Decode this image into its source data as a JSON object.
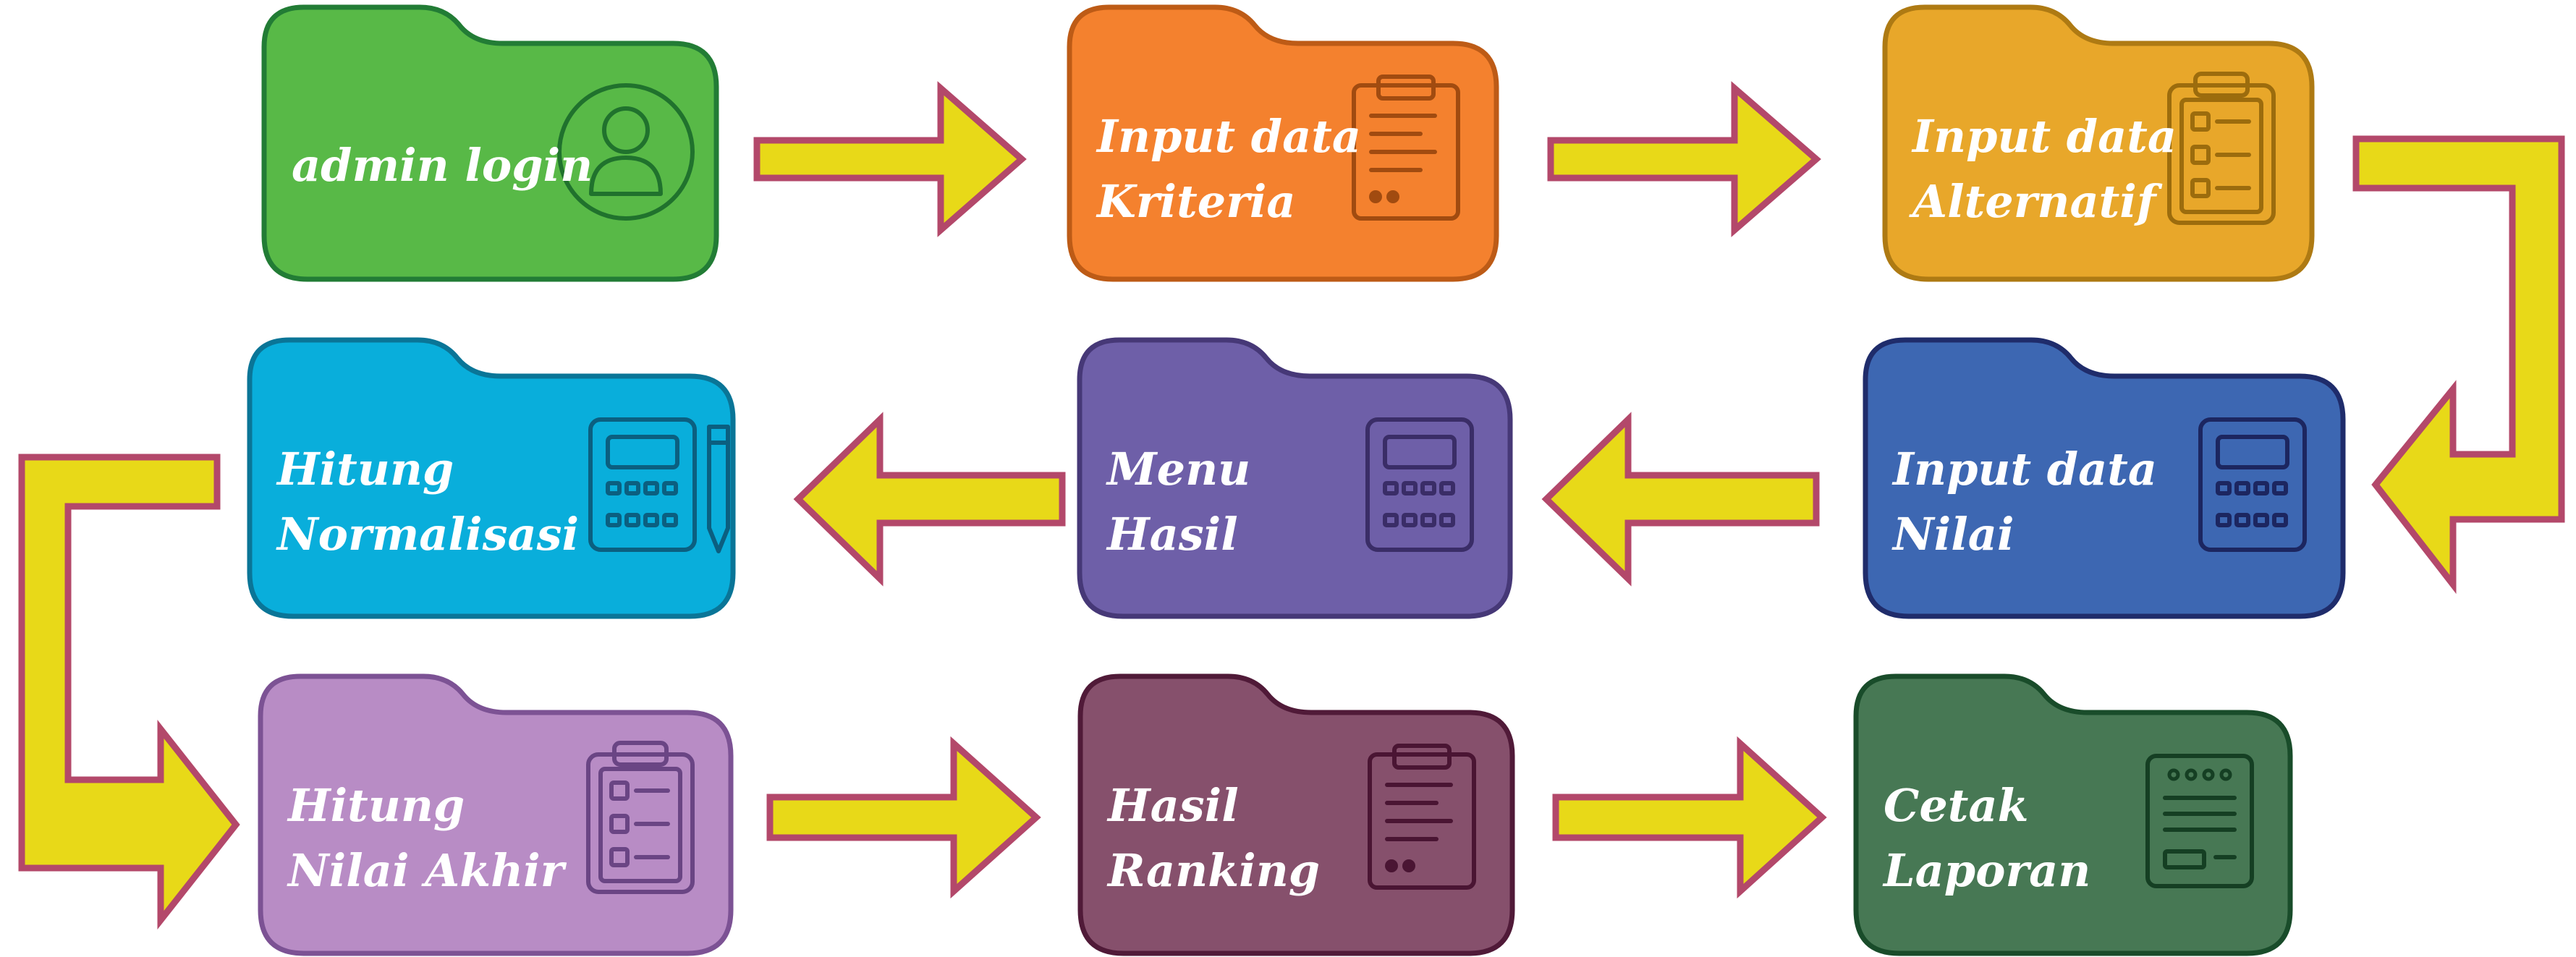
{
  "colors": {
    "arrow_fill": "#e8d918",
    "arrow_outline": "#b3486a"
  },
  "steps": [
    {
      "line1": "admin login",
      "line2": "",
      "icon": "user-icon",
      "fill": "#58b947",
      "stroke": "#227c35",
      "icon_color": "#20722d"
    },
    {
      "line1": "Input data",
      "line2": "Kriteria",
      "icon": "clipboard-document-icon",
      "fill": "#f4812e",
      "stroke": "#bd5b16",
      "icon_color": "#a14b10"
    },
    {
      "line1": "Input data",
      "line2": "Alternatif",
      "icon": "clipboard-checklist-icon",
      "fill": "#e8a72a",
      "stroke": "#ae7a13",
      "icon_color": "#9c6c0d"
    },
    {
      "line1": "Input data",
      "line2": "Nilai",
      "icon": "calculator-icon",
      "fill": "#3d67b2",
      "stroke": "#1f2c6b",
      "icon_color": "#1c2660"
    },
    {
      "line1": "Menu",
      "line2": "Hasil",
      "icon": "calculator-icon",
      "fill": "#6e5fa8",
      "stroke": "#463877",
      "icon_color": "#3a2d67"
    },
    {
      "line1": "Hitung",
      "line2": "Normalisasi",
      "icon": "calculator-pen-icon",
      "fill": "#09aedb",
      "stroke": "#0a7597",
      "icon_color": "#0b5f80"
    },
    {
      "line1": "Hitung",
      "line2": "Nilai Akhir",
      "icon": "clipboard-checklist-icon",
      "fill": "#b88cc5",
      "stroke": "#7c5294",
      "icon_color": "#6a4584"
    },
    {
      "line1": "Hasil",
      "line2": "Ranking",
      "icon": "clipboard-document-icon",
      "fill": "#86506c",
      "stroke": "#501a38",
      "icon_color": "#4a1533"
    },
    {
      "line1": "Cetak",
      "line2": "Laporan",
      "icon": "report-document-icon",
      "fill": "#477854",
      "stroke": "#194c2a",
      "icon_color": "#153f23"
    }
  ]
}
